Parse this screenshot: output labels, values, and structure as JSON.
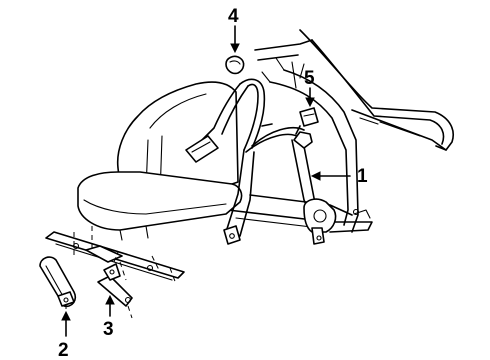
{
  "callouts": [
    {
      "number": "1",
      "target": "retractor-belt-assembly"
    },
    {
      "number": "2",
      "target": "buckle-stalk"
    },
    {
      "number": "3",
      "target": "buckle-bracket"
    },
    {
      "number": "4",
      "target": "anchor-cover-cap"
    },
    {
      "number": "5",
      "target": "shoulder-guide-bracket"
    }
  ],
  "colors": {
    "line": "#000000",
    "background": "#ffffff"
  }
}
